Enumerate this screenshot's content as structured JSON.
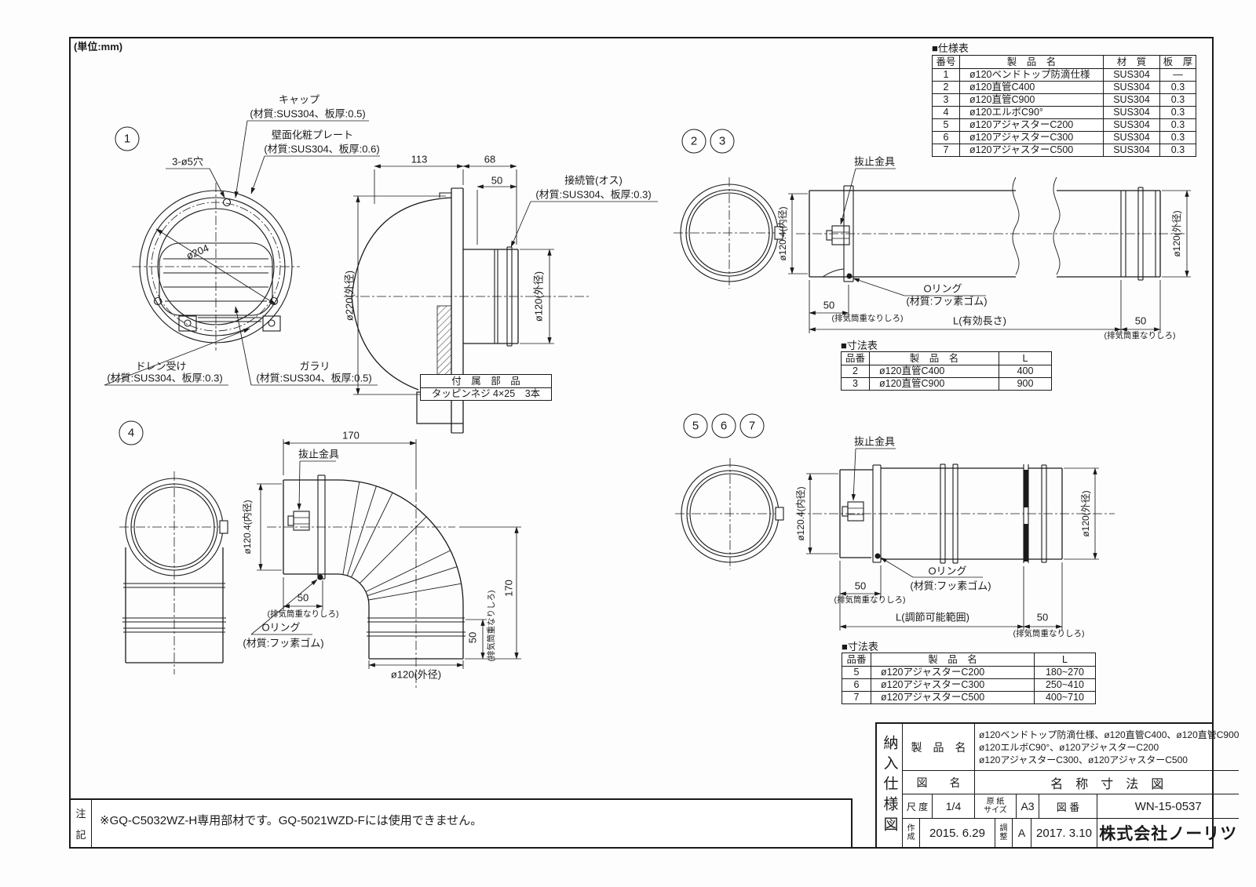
{
  "unit_note": "(単位:mm)",
  "spec_table": {
    "title": "■仕様表",
    "headers": [
      "番号",
      "製　品　名",
      "材　質",
      "板　厚"
    ],
    "rows": [
      [
        "1",
        "ø120ベンドトップ防滴仕様",
        "SUS304",
        "—"
      ],
      [
        "2",
        "ø120直管C400",
        "SUS304",
        "0.3"
      ],
      [
        "3",
        "ø120直管C900",
        "SUS304",
        "0.3"
      ],
      [
        "4",
        "ø120エルボC90°",
        "SUS304",
        "0.3"
      ],
      [
        "5",
        "ø120アジャスターC200",
        "SUS304",
        "0.3"
      ],
      [
        "6",
        "ø120アジャスターC300",
        "SUS304",
        "0.3"
      ],
      [
        "7",
        "ø120アジャスターC500",
        "SUS304",
        "0.3"
      ]
    ]
  },
  "d1": {
    "balloon": "1",
    "cap_label": "キャップ",
    "cap_spec": "(材質:SUS304、板厚:0.5)",
    "plate_label": "壁面化粧プレート",
    "plate_spec": "(材質:SUS304、板厚:0.6)",
    "holes_label": "3-ø5穴",
    "dim_204": "ø204",
    "dim_220": "ø220(外径)",
    "dim_113": "113",
    "dim_68": "68",
    "dim_50": "50",
    "dim_120": "ø120(外径)",
    "connector_label": "接続管(オス)",
    "connector_spec": "(材質:SUS304、板厚:0.3)",
    "drain_label": "ドレン受け",
    "drain_spec": "(材質:SUS304、板厚:0.3)",
    "louver_label": "ガラリ",
    "louver_spec": "(材質:SUS304、板厚:0.5)",
    "accessory_title": "付　属　部　品",
    "accessory_item": "タッピンネジ 4×25　3本"
  },
  "d23": {
    "balloon_2": "2",
    "balloon_3": "3",
    "clip_label": "抜止金具",
    "dim_inner": "ø120.4(内径)",
    "dim_overlap": "50",
    "overlap_note": "(排気筒重なりしろ)",
    "oring_label": "Oリング",
    "oring_spec": "(材質:フッ素ゴム)",
    "dim_length": "L(有効長さ)",
    "dim_overlap_right": "50",
    "overlap_note_right": "(排気筒重なりしろ)",
    "dim_outer": "ø120(外径)",
    "dim_table": {
      "title": "■寸法表",
      "headers": [
        "品番",
        "製　品　名",
        "L"
      ],
      "rows": [
        [
          "2",
          "ø120直管C400",
          "400"
        ],
        [
          "3",
          "ø120直管C900",
          "900"
        ]
      ]
    }
  },
  "d4": {
    "balloon": "4",
    "clip_label": "抜止金具",
    "dim_width": "170",
    "dim_height": "170",
    "dim_inner": "ø120.4(内径)",
    "dim_outer": "ø120(外径)",
    "dim_overlap_in": "50",
    "overlap_note_in": "(排気筒重なりしろ)",
    "dim_overlap_out": "50",
    "overlap_note_out": "(排気筒重なりしろ)",
    "oring_label": "Oリング",
    "oring_spec": "(材質:フッ素ゴム)"
  },
  "d567": {
    "balloon_5": "5",
    "balloon_6": "6",
    "balloon_7": "7",
    "clip_label": "抜止金具",
    "dim_inner": "ø120.4(内径)",
    "dim_overlap": "50",
    "overlap_note": "(排気筒重なりしろ)",
    "oring_label": "Oリング",
    "oring_spec": "(材質:フッ素ゴム)",
    "dim_length": "L(調節可能範囲)",
    "dim_overlap_right": "50",
    "overlap_note_right": "(排気筒重なりしろ)",
    "dim_outer": "ø120(外径)",
    "dim_table": {
      "title": "■寸法表",
      "headers": [
        "品番",
        "製　品　名",
        "L"
      ],
      "rows": [
        [
          "5",
          "ø120アジャスターC200",
          "180~270"
        ],
        [
          "6",
          "ø120アジャスターC300",
          "250~410"
        ],
        [
          "7",
          "ø120アジャスターC500",
          "400~710"
        ]
      ]
    }
  },
  "title_block": {
    "doc_type": "納入仕様図",
    "product_label": "製　品　名",
    "product_lines": [
      "ø120ベンドトップ防滴仕様、ø120直管C400、ø120直管C900",
      "ø120エルボC90°、ø120アジャスターC200",
      "ø120アジャスターC300、ø120アジャスターC500"
    ],
    "dwg_label": "図　　名",
    "dwg_name": "名　称　寸　法　図",
    "scale_label": "尺 度",
    "scale_value": "1/4",
    "paper_label_1": "原 紙",
    "paper_label_2": "サイズ",
    "paper_value": "A3",
    "no_label": "図 番",
    "no_value": "WN-15-0537",
    "created_label_1": "作",
    "created_label_2": "成",
    "created_date": "2015. 6.29",
    "revised_label_1": "調",
    "revised_label_2": "整",
    "revision": "A",
    "revised_date": "2017. 3.10",
    "company": "株式会社ノーリツ"
  },
  "note": {
    "label_1": "注",
    "label_2": "記",
    "text": "※GQ-C5032WZ-H専用部材です。GQ-5021WZD-Fには使用できません。"
  }
}
